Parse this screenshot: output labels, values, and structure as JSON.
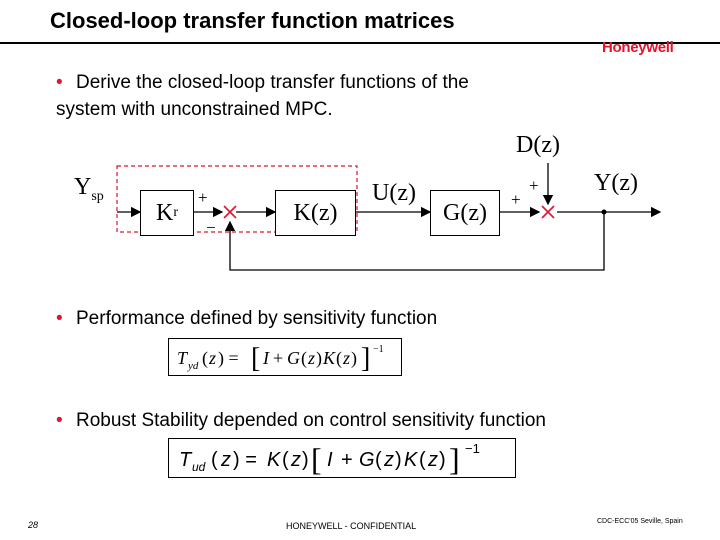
{
  "header": {
    "title": "Closed-loop transfer function matrices",
    "logo": "Honeywell"
  },
  "bullets": [
    {
      "line1": "Derive the closed-loop transfer functions of the",
      "line2": "system with unconstrained MPC."
    },
    {
      "line1": "Performance defined by sensitivity function"
    },
    {
      "line1": "Robust Stability depended on control sensitivity function"
    }
  ],
  "diagram": {
    "ysp": "Y",
    "ysp_sub": "sp",
    "kr": "K",
    "kr_sub": "r",
    "k_block": "K(z)",
    "g_block": "G(z)",
    "u_label": "U(z)",
    "d_label": "D(z)",
    "y_label": "Y(z)",
    "sum1_plus": "+",
    "sum1_minus": "−",
    "sum2_plus_left": "+",
    "sum2_plus_top": "+"
  },
  "formulas": {
    "tyd": "T_yd(z) = [I + G(z)K(z)]^-1",
    "tud": "T_ud(z) = K(z)[I + G(z)K(z)]^-1"
  },
  "footer": {
    "page_number": "28",
    "confidential": "HONEYWELL - CONFIDENTIAL",
    "conference": "CDC-ECC'05 Seville, Spain"
  },
  "colors": {
    "accent": "#e3132c",
    "text": "#000000",
    "dashed_box": "#e3132c"
  }
}
